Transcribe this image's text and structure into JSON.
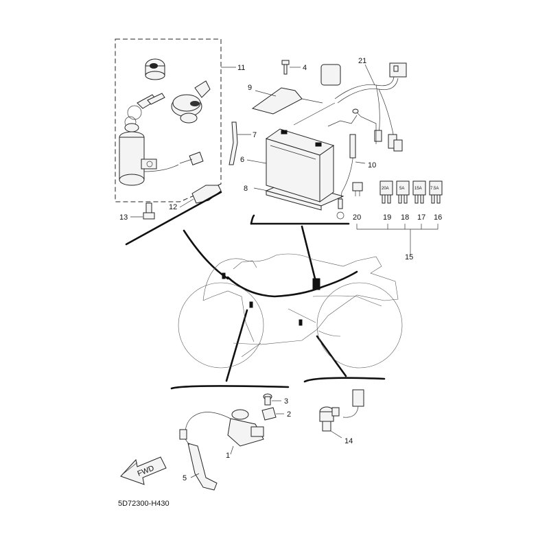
{
  "diagram": {
    "drawing_code": "5D72300-H430",
    "fwd_label": "FWD",
    "callouts": {
      "n1": "1",
      "n2": "2",
      "n3": "3",
      "n4": "4",
      "n5": "5",
      "n6": "6",
      "n7": "7",
      "n8": "8",
      "n9": "9",
      "n10": "10",
      "n11": "11",
      "n12": "12",
      "n13": "13",
      "n14": "14",
      "n15": "15",
      "n16": "16",
      "n17": "17",
      "n18": "18",
      "n19": "19",
      "n20": "20",
      "n21": "21"
    },
    "fuse_ratings": {
      "f19": "20A",
      "f18": "5A",
      "f17": "15A",
      "f16": "7.5A"
    }
  }
}
